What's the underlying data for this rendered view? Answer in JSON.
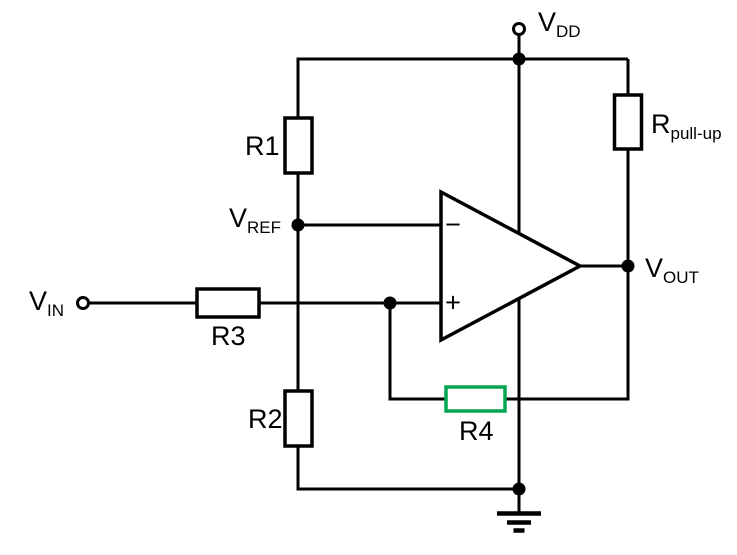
{
  "colors": {
    "wire": "#000000",
    "highlight_green": "#00A651",
    "background": "#ffffff"
  },
  "nets": {
    "vdd": {
      "label_main": "V",
      "label_sub": "DD"
    },
    "vref": {
      "label_main": "V",
      "label_sub": "REF"
    },
    "vin": {
      "label_main": "V",
      "label_sub": "IN"
    },
    "vout": {
      "label_main": "V",
      "label_sub": "OUT"
    }
  },
  "components": {
    "r1": {
      "label": "R1"
    },
    "r2": {
      "label": "R2"
    },
    "r3": {
      "label": "R3"
    },
    "r4": {
      "label": "R4"
    },
    "r_pullup": {
      "label_main": "R",
      "label_sub": "pull-up"
    },
    "opamp": {
      "inverting_symbol": "−",
      "noninverting_symbol": "+"
    }
  }
}
